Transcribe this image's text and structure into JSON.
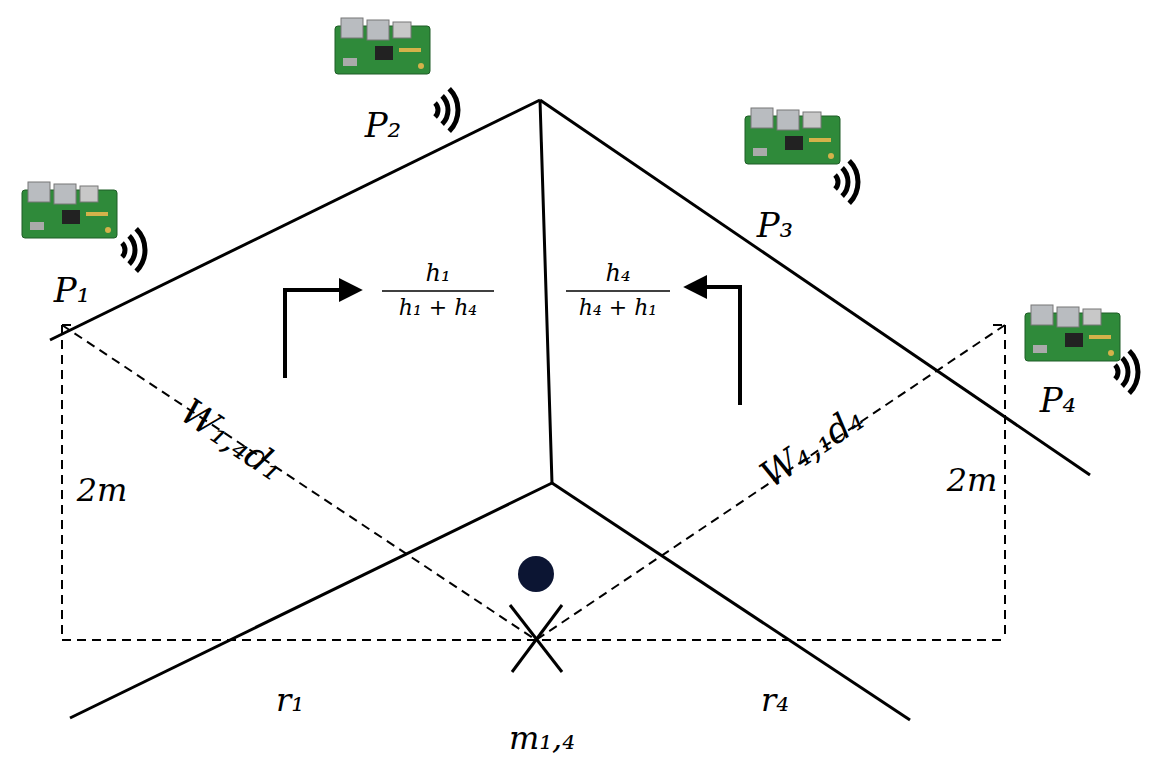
{
  "diagram": {
    "labels": [
      "P₁",
      "P₂",
      "P₃",
      "P₄",
      "h₁",
      "h₁ + h₄",
      "h₄",
      "h₄ + h₁",
      "W₁,₄d₁",
      "W₄,₁d₄",
      "2m",
      "2m",
      "r₁",
      "r₄",
      "m₁,₄"
    ]
  }
}
